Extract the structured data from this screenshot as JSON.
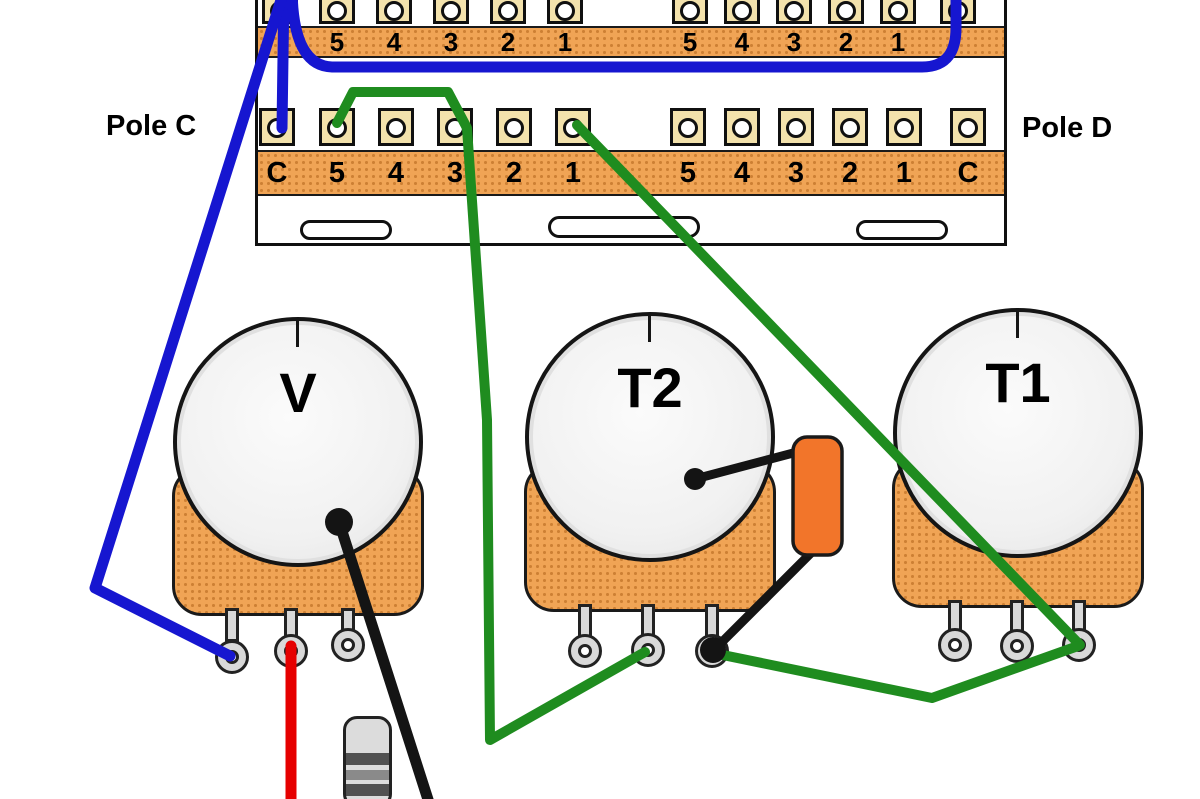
{
  "diagram": {
    "labels": {
      "pole_c": "Pole C",
      "pole_d": "Pole D"
    },
    "switch": {
      "top_row_left": [
        "5",
        "4",
        "3",
        "2",
        "1"
      ],
      "top_row_right": [
        "5",
        "4",
        "3",
        "2",
        "1"
      ],
      "bottom_row_left": [
        "C",
        "5",
        "4",
        "3",
        "2",
        "1"
      ],
      "bottom_row_right": [
        "5",
        "4",
        "3",
        "2",
        "1",
        "C"
      ]
    },
    "pots": [
      {
        "label": "V"
      },
      {
        "label": "T2"
      },
      {
        "label": "T1"
      }
    ],
    "colors": {
      "wire_blue": "#1616d0",
      "wire_green": "#1f8c1f",
      "wire_red": "#e60000",
      "wire_black": "#141414",
      "band_orange": "#f0a455",
      "cap_orange": "#f2752a"
    }
  }
}
